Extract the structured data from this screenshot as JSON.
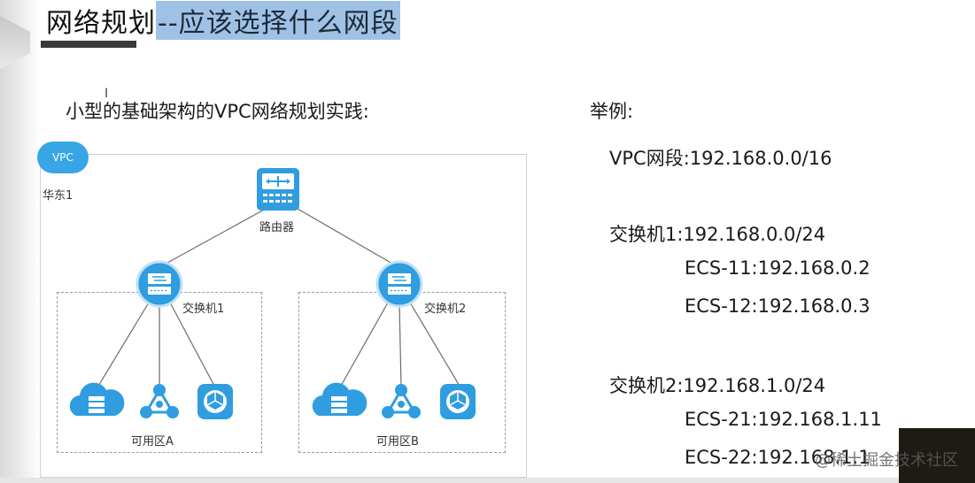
{
  "header": {
    "title_main": "网络规划",
    "title_sub": "--应该选择什么网段"
  },
  "subtitle": "小型的基础架构的VPC网络规划实践:",
  "diagram": {
    "vpc_badge": "VPC",
    "region": "华东1",
    "router_label": "路由器",
    "switch1_label": "交换机1",
    "switch2_label": "交换机2",
    "zone_a_label": "可用区A",
    "zone_b_label": "可用区B",
    "icons": [
      "router-icon",
      "switch-icon",
      "cloud-storage-icon",
      "network-node-icon",
      "app-service-icon"
    ]
  },
  "example": {
    "title": "举例:",
    "vpc": "VPC网段:192.168.0.0/16",
    "switch1": "交换机1:192.168.0.0/24",
    "ecs11": "ECS-11:192.168.0.2",
    "ecs12": "ECS-12:192.168.0.3",
    "switch2": "交换机2:192.168.1.0/24",
    "ecs21": "ECS-21:192.168.1.11",
    "ecs22": "ECS-22:192.168.1.1"
  },
  "watermark": "@稀土掘金技术社区",
  "colors": {
    "accent_blue": "#38a5e6",
    "icon_blue": "#2f9de0",
    "title_highlight": "#9fc2e4"
  }
}
